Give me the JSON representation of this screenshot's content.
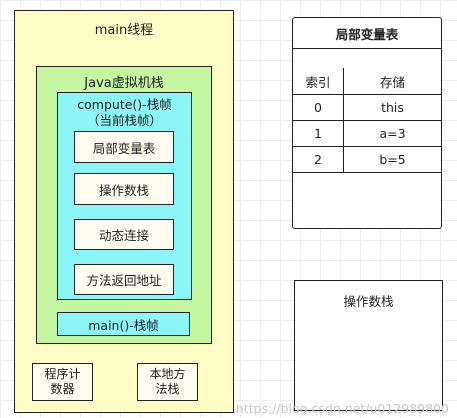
{
  "main_thread": {
    "title": "main线程",
    "jvm_stack": {
      "title": "Java虚拟机栈",
      "compute_frame": {
        "title": "compute()-栈帧",
        "subtitle": "（当前栈帧）",
        "slots": [
          "局部变量表",
          "操作数栈",
          "动态连接",
          "方法返回地址"
        ]
      },
      "main_frame": "main()-栈帧"
    },
    "program_counter": {
      "line1": "程序计",
      "line2": "数器"
    },
    "native_stack": {
      "line1": "本地方",
      "line2": "法栈"
    }
  },
  "local_variable_table": {
    "title": "局部变量表",
    "headers": [
      "索引",
      "存储"
    ],
    "rows": [
      [
        "0",
        "this"
      ],
      [
        "1",
        "a=3"
      ],
      [
        "2",
        "b=5"
      ]
    ]
  },
  "operand_stack_panel": {
    "title": "操作数栈"
  },
  "watermark": "https://blog.csdn.net/u012989800"
}
